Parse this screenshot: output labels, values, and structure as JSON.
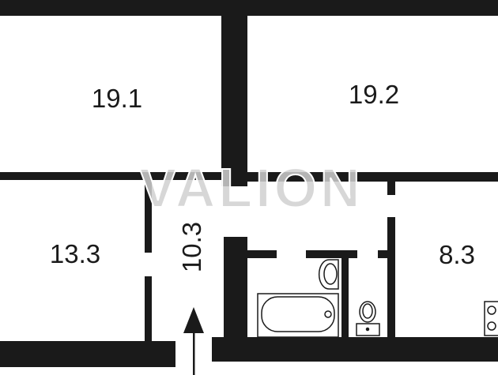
{
  "rooms": [
    {
      "name": "room-top-left",
      "area": "19.1"
    },
    {
      "name": "room-top-right",
      "area": "19.2"
    },
    {
      "name": "room-bottom-left",
      "area": "13.3"
    },
    {
      "name": "hallway",
      "area": "10.3"
    },
    {
      "name": "kitchen",
      "area": "8.3"
    }
  ],
  "watermark": "VALION",
  "colors": {
    "wall": "#1a1a1a",
    "background": "#ffffff"
  }
}
